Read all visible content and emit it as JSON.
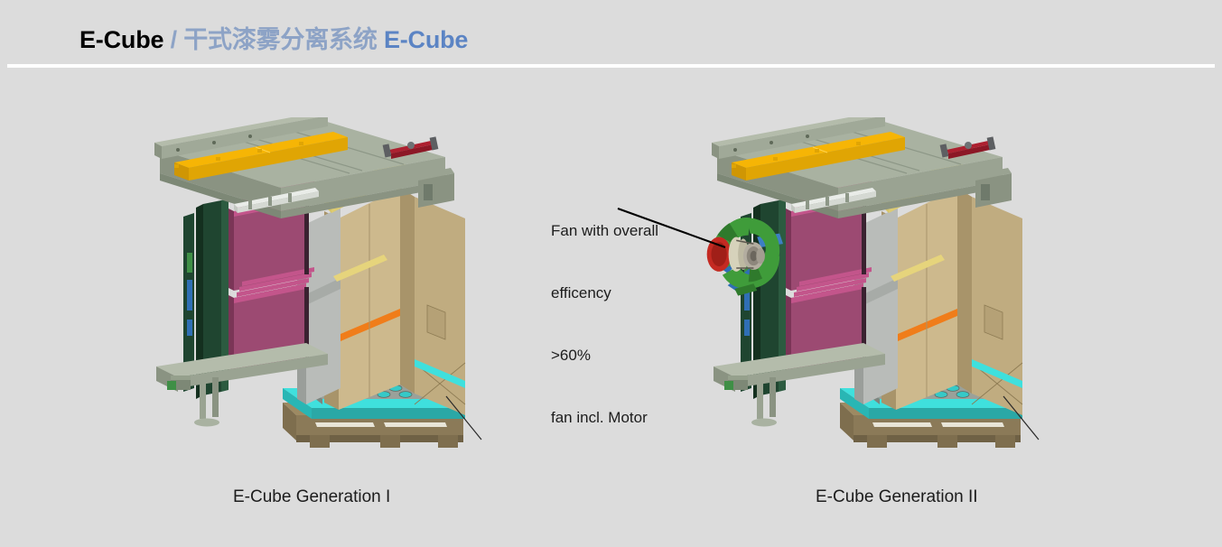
{
  "header": {
    "title_part1": "E-Cube",
    "separator": " / ",
    "title_cn": "干式漆雾分离系统",
    "title_part2": "E-Cube",
    "color_dark": "#000000",
    "color_light_blue": "#8da3c6",
    "color_blue": "#5b84c4",
    "rule_color": "#ffffff"
  },
  "background": {
    "page_color": "#dcdcdc"
  },
  "annotation": {
    "line1": "Fan with overall",
    "line2": "efficency",
    "line3": ">60%",
    "line4": "fan incl. Motor",
    "leader_color": "#000000"
  },
  "figures": [
    {
      "id": "figure-left",
      "caption": "E-Cube Generation I",
      "has_fan": false
    },
    {
      "id": "figure-right",
      "caption": "E-Cube Generation II",
      "has_fan": true
    }
  ],
  "palette": {
    "frame_grey_green": "#9aa392",
    "frame_grey_green_dark": "#7d8876",
    "frame_grey_green_light": "#b4bcab",
    "yellow_panel": "#f6b505",
    "cream_panel": "#f0e08a",
    "magenta_filter": "#9c4a72",
    "magenta_filter_light": "#c3558b",
    "dark_green_column": "#1f4530",
    "tan_panel": "#c0ac80",
    "tan_panel_dark": "#9d8a62",
    "cyan_tray": "#3fe0dd",
    "grey_plate": "#9aa19a",
    "red_motor": "#c42a22",
    "fan_green": "#3f9c3a",
    "blue_bracket": "#2f6fb5",
    "orange_strip": "#f07d1a",
    "steel_grey": "#b9bcb9"
  }
}
